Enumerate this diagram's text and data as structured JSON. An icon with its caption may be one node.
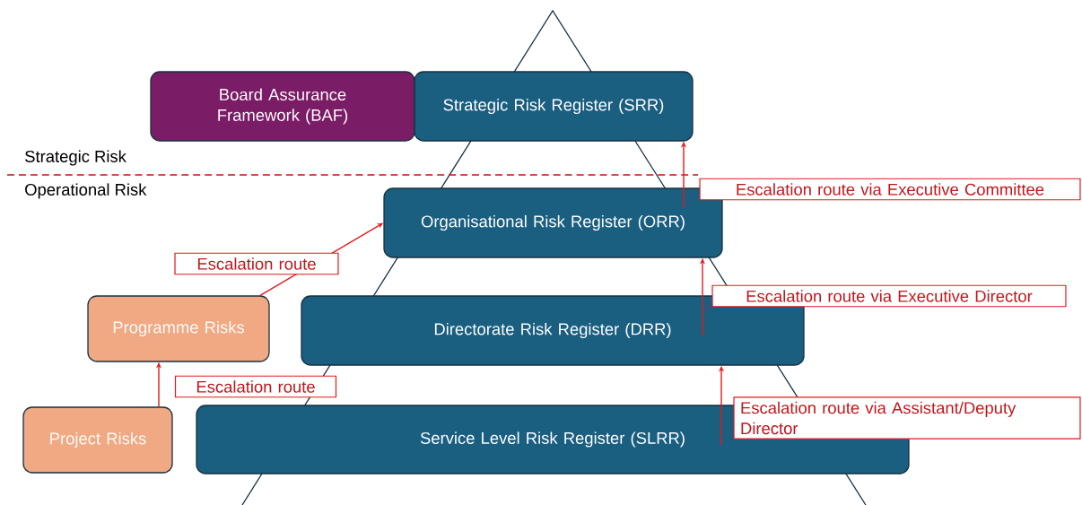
{
  "diagram": {
    "nodes": [
      {
        "text": [
          "Board Assurance Framework (BAF)"
        ]
      },
      {
        "text": [
          "Strategic Risk Register (SRR)"
        ]
      },
      {
        "text": [
          "Organisational Risk Register (ORR)"
        ]
      },
      {
        "text": [
          "Directorate Risk Register (DRR)"
        ]
      },
      {
        "text": [
          "Service Level Risk Register (SLRR)"
        ]
      },
      {
        "text": [
          "Programme Risks"
        ]
      },
      {
        "text": [
          "Project Risks"
        ]
      }
    ],
    "edges": [
      {
        "from": 6,
        "to": 5,
        "arrow": "to",
        "label": "Escalation route"
      },
      {
        "from": 5,
        "to": 2,
        "arrow": "to",
        "label": "Escalation route"
      },
      {
        "from": 4,
        "to": 3,
        "arrow": "to",
        "label": "Escalation route via Assistant/Deputy Director"
      },
      {
        "from": 3,
        "to": 2,
        "arrow": "to",
        "label": "Escalation route via Executive Director"
      },
      {
        "from": 2,
        "to": 1,
        "arrow": "to",
        "label": "Escalation route via Executive Committee"
      }
    ],
    "labels": [
      "Strategic Risk",
      "Operational Risk"
    ]
  }
}
